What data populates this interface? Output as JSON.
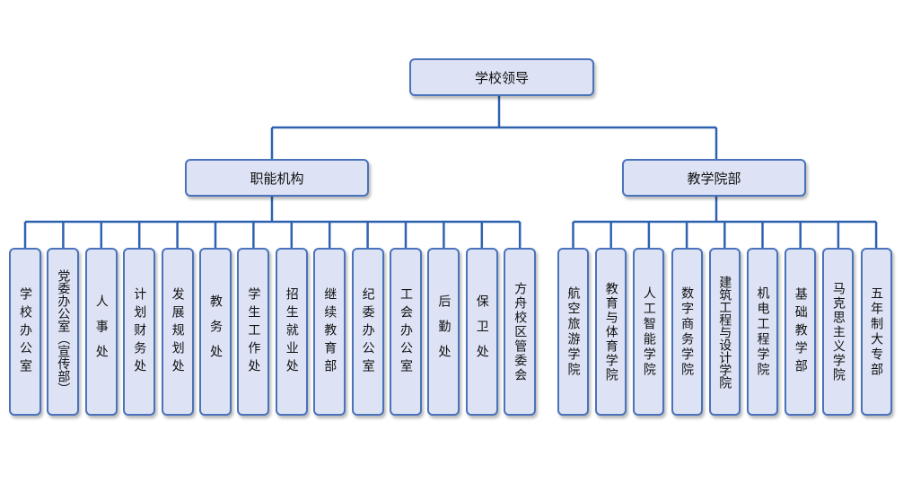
{
  "root": {
    "label": "学校领导"
  },
  "branches": [
    {
      "label": "职能机构",
      "children": [
        "学校办公室",
        "党委办公室（宣传部）",
        "人事处",
        "计划财务处",
        "发展规划处",
        "教务处",
        "学生工作处",
        "招生就业处",
        "继续教育部",
        "纪委办公室",
        "工会办公室",
        "后勤处",
        "保卫处",
        "方舟校区管委会"
      ]
    },
    {
      "label": "教学院部",
      "children": [
        "航空旅游学院",
        "教育与体育学院",
        "人工智能学院",
        "数字商务学院",
        "建筑工程与设计学院",
        "机电工程学院",
        "基础教学部",
        "马克思主义学院",
        "五年制大专部"
      ]
    }
  ],
  "colors": {
    "line": "#2e62b0",
    "box_fill": "#dde3f5",
    "box_border": "#4a73bb"
  }
}
